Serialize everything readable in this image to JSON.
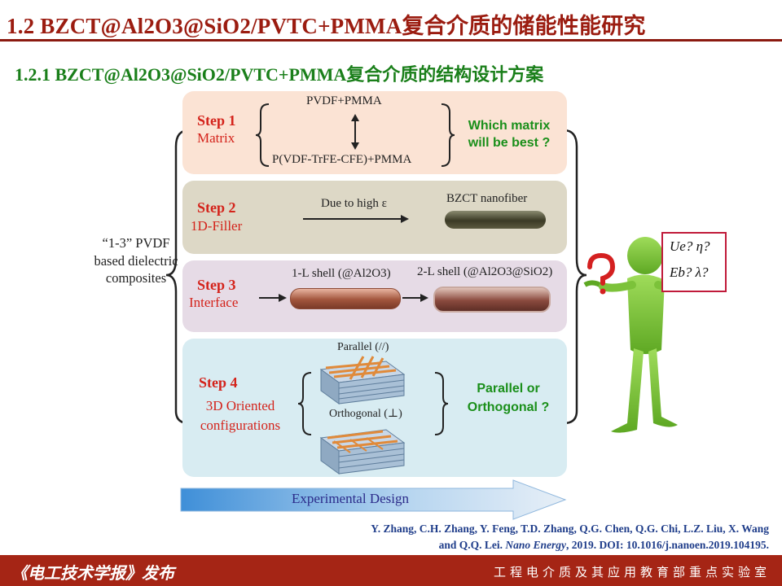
{
  "header": {
    "title": "1.2 BZCT@Al2O3@SiO2/PVTC+PMMA复合介质的储能性能研究",
    "subtitle": "1.2.1 BZCT@Al2O3@SiO2/PVTC+PMMA复合介质的结构设计方案"
  },
  "diagram": {
    "left_text": "“1-3” PVDF based dielectric composites",
    "steps": [
      {
        "title": "Step 1",
        "subtitle": "Matrix",
        "option_a": "PVDF+PMMA",
        "option_b": "P(VDF-TrFE-CFE)+PMMA",
        "question": "Which matrix will be best ?"
      },
      {
        "title": "Step 2",
        "subtitle": "1D-Filler",
        "arrow_label": "Due to high ε",
        "item_label": "BZCT nanofiber"
      },
      {
        "title": "Step 3",
        "subtitle": "Interface",
        "shell1": "1-L shell (@Al2O3)",
        "shell2": "2-L shell (@Al2O3@SiO2)"
      },
      {
        "title": "Step 4",
        "subtitle": "3D Oriented configurations",
        "parallel_label": "Parallel (//)",
        "orthogonal_label": "Orthogonal (⊥)",
        "question": "Parallel or Orthogonal ?"
      }
    ],
    "bottom_arrow_label": "Experimental Design",
    "figure_questions": [
      "Ue? η?",
      "Eb? λ?"
    ],
    "colors": {
      "step1_bg": "#fbe3d4",
      "step2_bg": "#ddd8c6",
      "step3_bg": "#e6dbe6",
      "step4_bg": "#d8ecf2",
      "step_text": "#d4231b",
      "question_text": "#1a8f1a",
      "header_red": "#9b1c10",
      "subtitle_green": "#1a7f1a",
      "footer_bg": "#a52515"
    }
  },
  "reference": {
    "line1": "Y. Zhang, C.H. Zhang, Y. Feng, T.D. Zhang, Q.G. Chen, Q.G. Chi, L.Z. Liu, X. Wang",
    "line2_pre": "and Q.Q. Lei. ",
    "journal": "Nano Energy",
    "line2_post": ", 2019. DOI: 10.1016/j.nanoen.2019.104195."
  },
  "footer": {
    "left": "《电工技术学报》发布",
    "right": "工程电介质及其应用教育部重点实验室"
  }
}
